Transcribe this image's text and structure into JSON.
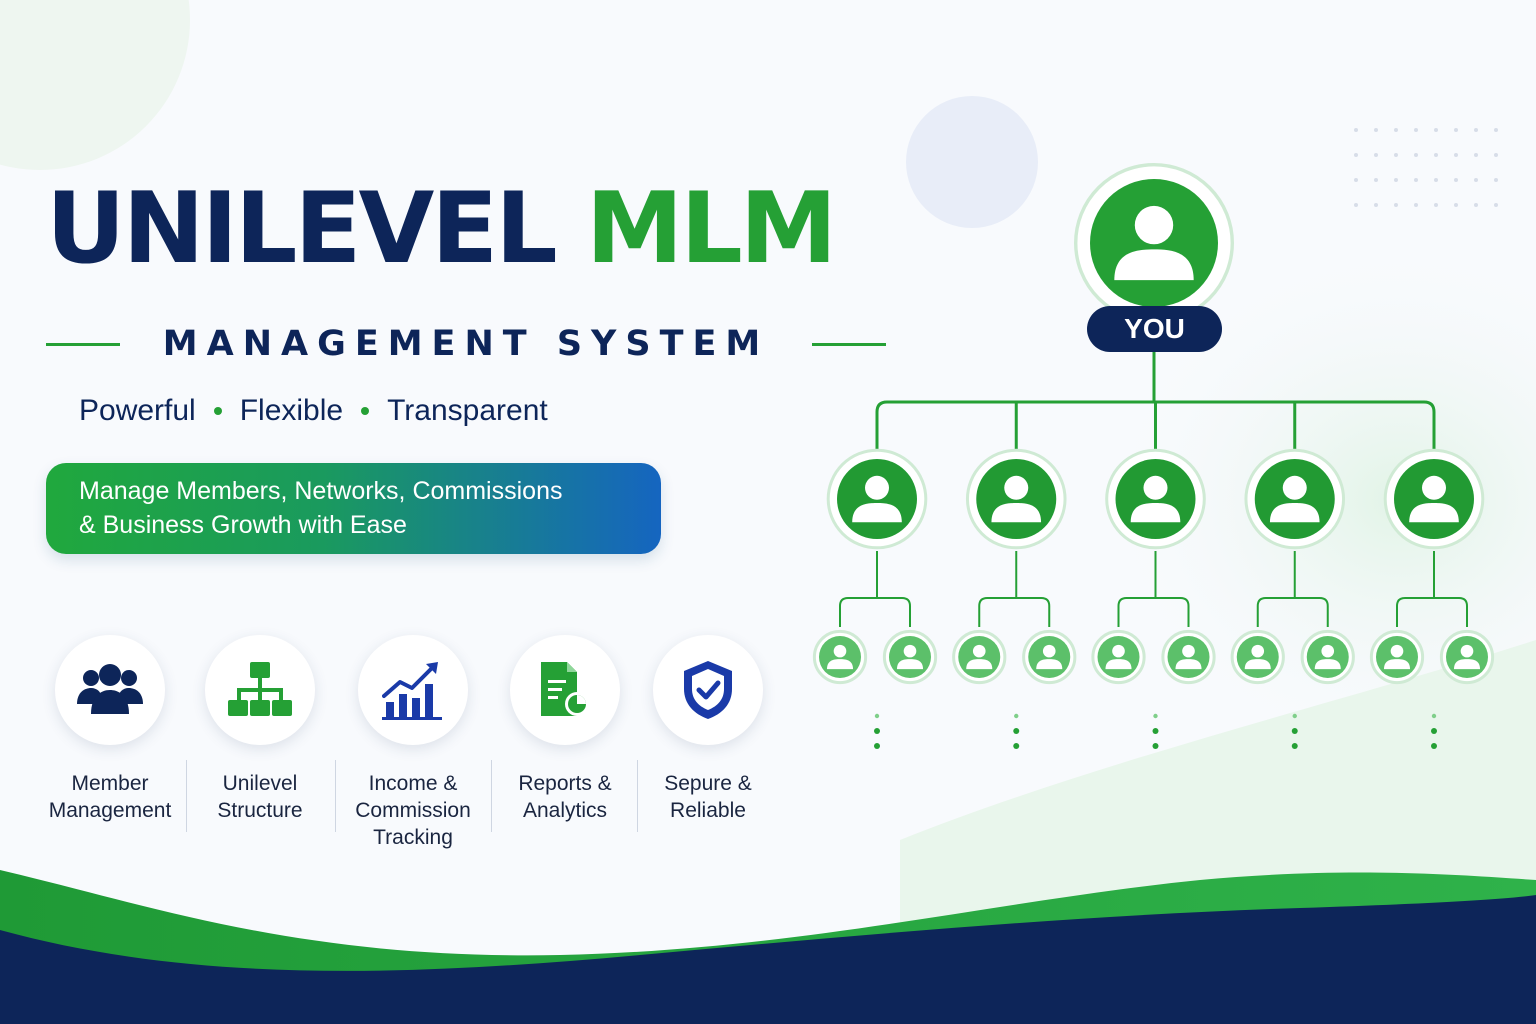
{
  "title": {
    "word1": "UNILEVEL",
    "word2": "MLM"
  },
  "subtitle": "MANAGEMENT SYSTEM",
  "tagline": [
    "Powerful",
    "Flexible",
    "Transparent"
  ],
  "banner": {
    "line1": "Manage Members, Networks, Commissions",
    "line2": "& Business Growth with Ease"
  },
  "features": [
    {
      "icon": "users-group-icon",
      "lines": [
        "Member",
        "Management"
      ]
    },
    {
      "icon": "org-structure-icon",
      "lines": [
        "Unilevel",
        "Structure"
      ]
    },
    {
      "icon": "growth-chart-icon",
      "lines": [
        "Income &",
        "Commission",
        "Tracking"
      ]
    },
    {
      "icon": "report-document-icon",
      "lines": [
        "Reports &",
        "Analytics"
      ]
    },
    {
      "icon": "shield-check-icon",
      "lines": [
        "Sepure &",
        "Reliable"
      ]
    }
  ],
  "tree": {
    "root_label": "YOU",
    "level1_count": 5,
    "level2_per_parent": 2
  },
  "colors": {
    "navy": "#0d2559",
    "green": "#25a035",
    "blue": "#1565c0",
    "light_green": "#7fcf8a"
  }
}
